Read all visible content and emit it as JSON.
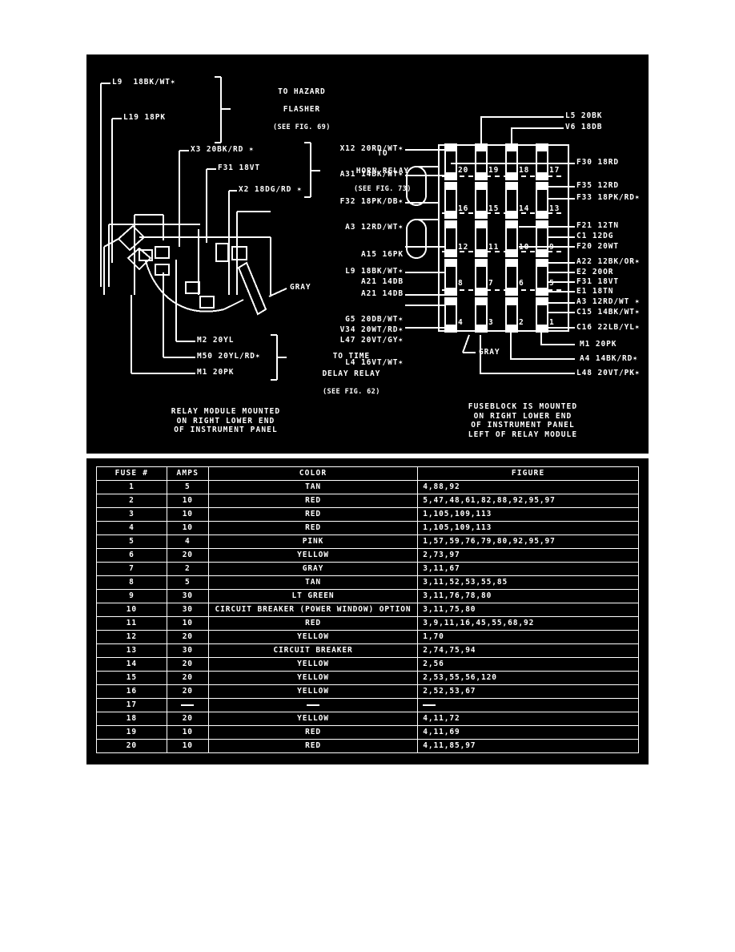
{
  "relay_module": {
    "top_left_wires": [
      {
        "id": "wire-l9",
        "label": "L9  18BK/WT✶"
      },
      {
        "id": "wire-l19",
        "label": "L19 18PK"
      }
    ],
    "hazard_group": {
      "line1": "TO HAZARD",
      "line2": "FLASHER",
      "line3": "(SEE FIG. 69)"
    },
    "horn_wires": [
      {
        "id": "wire-x3",
        "label": "X3 20BK/RD ✶"
      },
      {
        "id": "wire-f31",
        "label": "F31 18VT"
      },
      {
        "id": "wire-x2",
        "label": "X2 18DG/RD ✶"
      }
    ],
    "horn_group": {
      "line1": "TO",
      "line2": "HORN RELAY",
      "line3": "(SEE FIG. 73)"
    },
    "gray_label": "GRAY",
    "time_delay_wires": [
      {
        "id": "wire-m2",
        "label": "M2 20YL"
      },
      {
        "id": "wire-m50",
        "label": "M50 20YL/RD✶"
      },
      {
        "id": "wire-m1",
        "label": "M1 20PK"
      }
    ],
    "time_delay_group": {
      "line1": "TO TIME",
      "line2": "DELAY RELAY",
      "line3": "(SEE FIG. 62)"
    },
    "caption": "RELAY MODULE MOUNTED\nON RIGHT LOWER END\nOF INSTRUMENT PANEL"
  },
  "fuseblock": {
    "caption": "FUSEBLOCK IS MOUNTED\nON RIGHT LOWER END\nOF INSTRUMENT PANEL\nLEFT OF RELAY MODULE",
    "gray_label": "GRAY",
    "fuse_numbers": [
      [
        "20",
        "19",
        "18",
        "17"
      ],
      [
        "16",
        "15",
        "14",
        "13"
      ],
      [
        "12",
        "11",
        "10",
        "9"
      ],
      [
        "8",
        "7",
        "6",
        "5"
      ],
      [
        "4",
        "3",
        "2",
        "1"
      ]
    ],
    "top_labels": [
      {
        "id": "wire-l5",
        "label": "L5 20BK"
      },
      {
        "id": "wire-v6",
        "label": "V6 18DB"
      }
    ],
    "left_labels": [
      {
        "id": "wire-x12",
        "label": "X12 20RD/WT✶"
      },
      {
        "id": "wire-a31",
        "label": "A31 14BK/WT✶"
      },
      {
        "id": "wire-f32",
        "label": "F32 18PK/DB✶"
      },
      {
        "id": "wire-a3",
        "label": "A3 12RD/WT✶"
      },
      {
        "id": "wire-a15",
        "label": "A15 16PK"
      },
      {
        "id": "wire-l9b",
        "label": "L9 18BK/WT✶"
      },
      {
        "id": "wire-a21a",
        "label": "A21 14DB"
      },
      {
        "id": "wire-a21b",
        "label": "A21 14DB"
      },
      {
        "id": "wire-g5",
        "label": "G5 20DB/WT✶"
      },
      {
        "id": "wire-v34",
        "label": "V34 20WT/RD✶"
      },
      {
        "id": "wire-l47",
        "label": "L47 20VT/GY✶"
      },
      {
        "id": "wire-l4",
        "label": "L4 16VT/WT✶"
      }
    ],
    "right_labels": [
      {
        "id": "wire-f30",
        "label": "F30 18RD"
      },
      {
        "id": "wire-f35",
        "label": "F35 12RD"
      },
      {
        "id": "wire-f33",
        "label": "F33 18PK/RD✶"
      },
      {
        "id": "wire-f21",
        "label": "F21 12TN"
      },
      {
        "id": "wire-c1",
        "label": "C1 12DG"
      },
      {
        "id": "wire-f20",
        "label": "F20 20WT"
      },
      {
        "id": "wire-a22",
        "label": "A22 12BK/OR✶"
      },
      {
        "id": "wire-e2",
        "label": "E2 20OR"
      },
      {
        "id": "wire-f31b",
        "label": "F31 18VT"
      },
      {
        "id": "wire-e1",
        "label": "E1 18TN"
      },
      {
        "id": "wire-a3b",
        "label": "A3 12RD/WT ✶"
      },
      {
        "id": "wire-c15",
        "label": "C15 14BK/WT✶"
      },
      {
        "id": "wire-c16",
        "label": "C16 22LB/YL✶"
      },
      {
        "id": "wire-m1b",
        "label": "M1 20PK"
      },
      {
        "id": "wire-a4",
        "label": "A4 14BK/RD✶"
      },
      {
        "id": "wire-l48",
        "label": "L48 20VT/PK✶"
      }
    ]
  },
  "fuse_table": {
    "headers": [
      "FUSE #",
      "AMPS",
      "COLOR",
      "FIGURE"
    ],
    "rows": [
      {
        "fuse": "1",
        "amps": "5",
        "color": "TAN",
        "figure": "4,88,92"
      },
      {
        "fuse": "2",
        "amps": "10",
        "color": "RED",
        "figure": "5,47,48,61,82,88,92,95,97"
      },
      {
        "fuse": "3",
        "amps": "10",
        "color": "RED",
        "figure": "1,105,109,113"
      },
      {
        "fuse": "4",
        "amps": "10",
        "color": "RED",
        "figure": "1,105,109,113"
      },
      {
        "fuse": "5",
        "amps": "4",
        "color": "PINK",
        "figure": "1,57,59,76,79,80,92,95,97"
      },
      {
        "fuse": "6",
        "amps": "20",
        "color": "YELLOW",
        "figure": "2,73,97"
      },
      {
        "fuse": "7",
        "amps": "2",
        "color": "GRAY",
        "figure": "3,11,67"
      },
      {
        "fuse": "8",
        "amps": "5",
        "color": "TAN",
        "figure": "3,11,52,53,55,85"
      },
      {
        "fuse": "9",
        "amps": "30",
        "color": "LT GREEN",
        "figure": "3,11,76,78,80"
      },
      {
        "fuse": "10",
        "amps": "30",
        "color": "CIRCUIT BREAKER (POWER WINDOW) OPTION",
        "figure": "3,11,75,80"
      },
      {
        "fuse": "11",
        "amps": "10",
        "color": "RED",
        "figure": "3,9,11,16,45,55,68,92"
      },
      {
        "fuse": "12",
        "amps": "20",
        "color": "YELLOW",
        "figure": "1,70"
      },
      {
        "fuse": "13",
        "amps": "30",
        "color": "CIRCUIT BREAKER",
        "figure": "2,74,75,94"
      },
      {
        "fuse": "14",
        "amps": "20",
        "color": "YELLOW",
        "figure": "2,56"
      },
      {
        "fuse": "15",
        "amps": "20",
        "color": "YELLOW",
        "figure": "2,53,55,56,120"
      },
      {
        "fuse": "16",
        "amps": "20",
        "color": "YELLOW",
        "figure": "2,52,53,67"
      },
      {
        "fuse": "17",
        "amps": "—",
        "color": "—",
        "figure": "—"
      },
      {
        "fuse": "18",
        "amps": "20",
        "color": "YELLOW",
        "figure": "4,11,72"
      },
      {
        "fuse": "19",
        "amps": "10",
        "color": "RED",
        "figure": "4,11,69"
      },
      {
        "fuse": "20",
        "amps": "10",
        "color": "RED",
        "figure": "4,11,85,97"
      }
    ]
  },
  "colors": {
    "background": "#ffffff",
    "panel": "#000000",
    "ink": "#ffffff"
  }
}
